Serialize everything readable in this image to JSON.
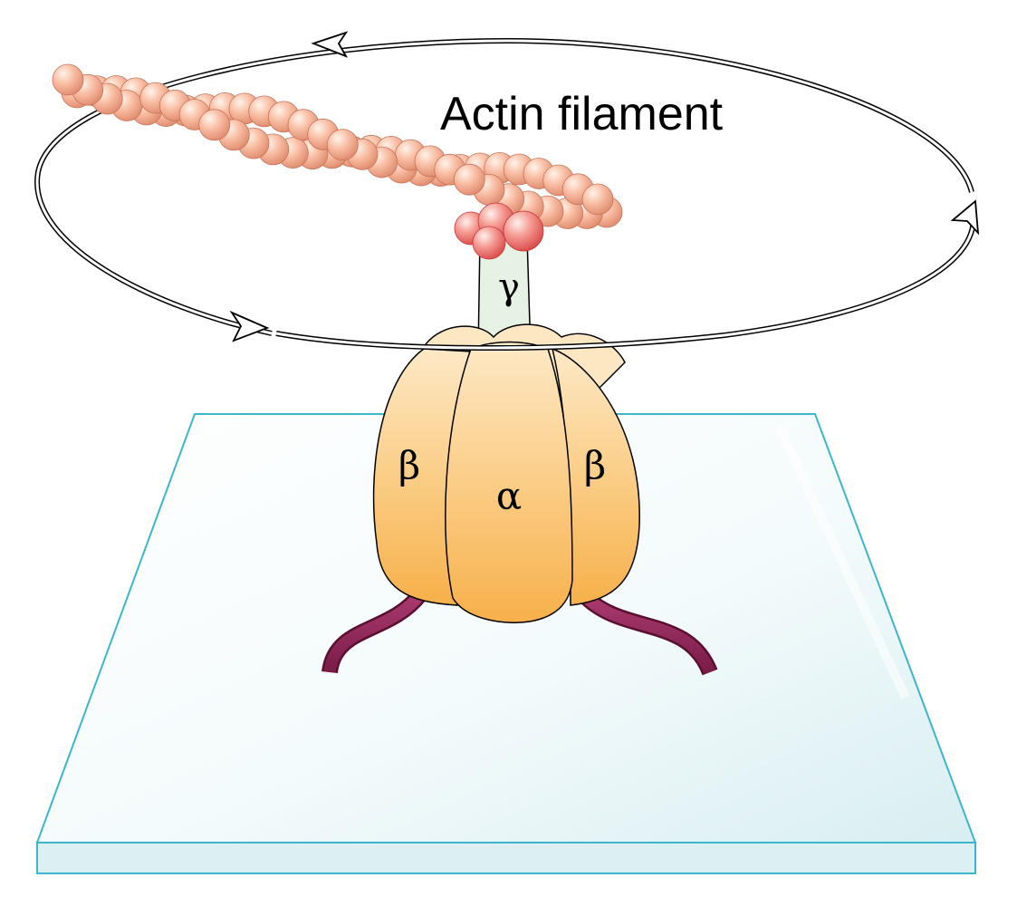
{
  "diagram": {
    "filament_label": "Actin filament",
    "subunits": {
      "gamma": "γ",
      "beta_left": "β",
      "alpha": "α",
      "beta_right": "β"
    },
    "colors": {
      "actin_subunit": "#f5a98f",
      "actin_tip": "#ee6a6a",
      "atpase_body": "#f9c97a",
      "gamma_stalk": "#e6f2e3",
      "anchor_strand": "#8e2458",
      "slide_outline": "#3bb6cc",
      "slide_fill": "#e7f5f7"
    }
  }
}
